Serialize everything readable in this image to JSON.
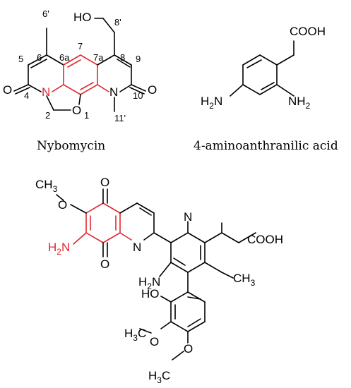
{
  "nybomycin": {
    "caption": "Nybomycin",
    "atoms": {
      "o_left": "O",
      "n_left": "N",
      "o_ring": "O",
      "n_right": "N",
      "o_right": "O",
      "hydroxyl": "HO"
    },
    "numbers": {
      "n6p": "6'",
      "n8p": "8'",
      "n7": "7",
      "n5": "5",
      "n6": "6",
      "n6a": "6a",
      "n7a": "7a",
      "n8": "8",
      "n9": "9",
      "n4": "4",
      "n10": "10",
      "n2": "2",
      "n1": "1",
      "n11p": "11'"
    }
  },
  "anthranilic": {
    "caption": "4-aminoanthranilic acid",
    "cooh": "COOH",
    "h2n": "H",
    "h2n_sub": "2",
    "h2n_n": "N",
    "nh2_n": "NH",
    "nh2_sub": "2"
  },
  "streptonigrin": {
    "och3_ch": "CH",
    "och3_sub": "3",
    "o_methoxy": "O",
    "o_top": "O",
    "o_bottom": "O",
    "h2n_red_h": "H",
    "h2n_red_sub": "2",
    "h2n_red_n": "N",
    "n_quinoline": "N",
    "n_pyridine": "N",
    "cooh": "COOH",
    "h2n_h": "H",
    "h2n_sub": "2",
    "h2n_n": "N",
    "ch3_c": "CH",
    "ch3_sub": "3",
    "ho": "HO",
    "h3c_1_h": "H",
    "h3c_1_sub": "3",
    "h3c_1_c": "C",
    "o_mid1": "O",
    "h3c_2_h": "H",
    "h3c_2_sub": "3",
    "h3c_2_c": "C",
    "o_mid2": "O"
  },
  "colors": {
    "bond": "#000000",
    "highlight": "#e0282e"
  }
}
